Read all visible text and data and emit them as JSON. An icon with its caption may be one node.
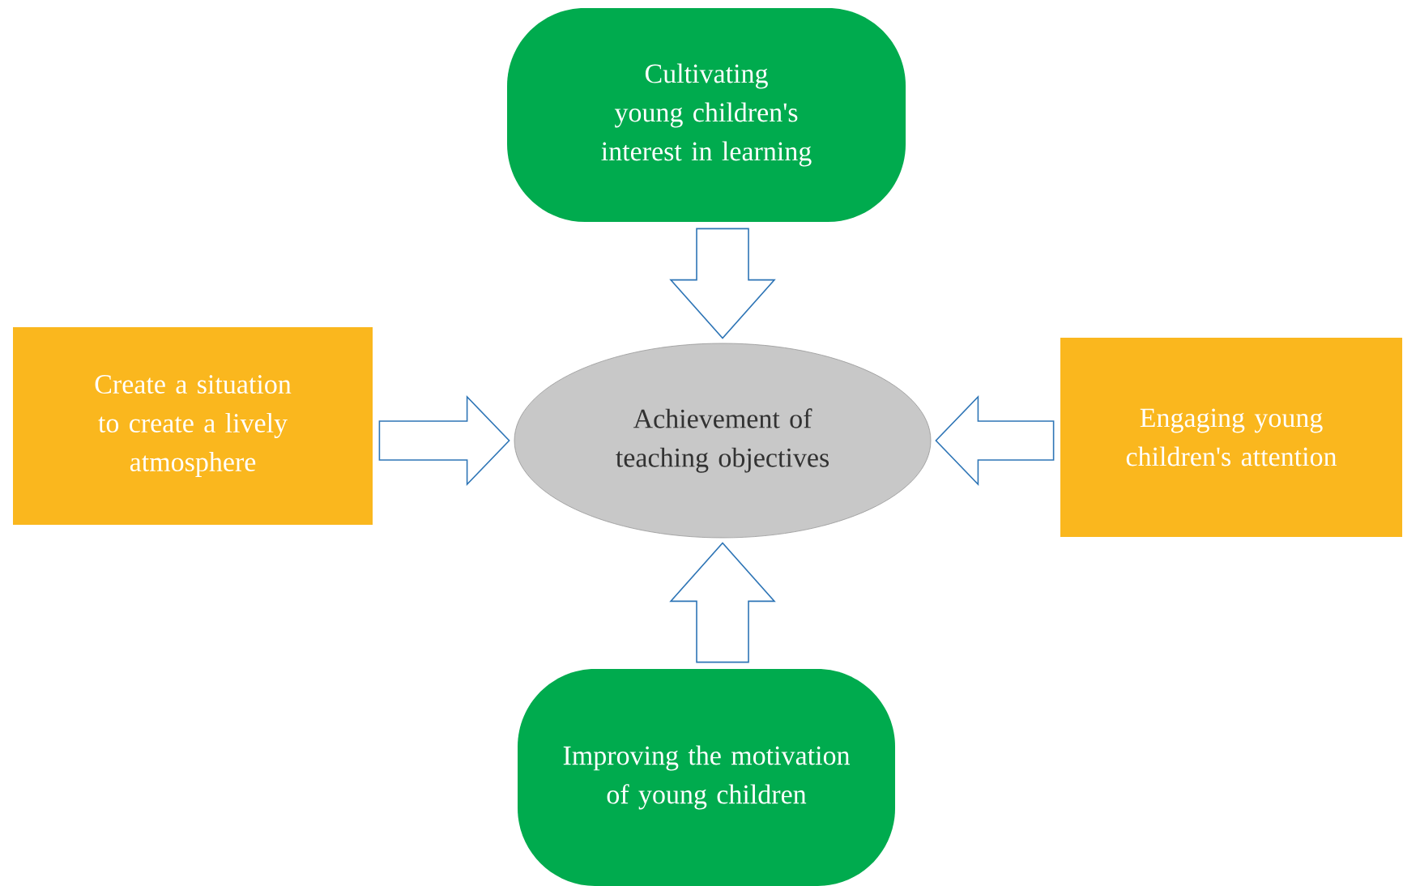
{
  "diagram": {
    "nodes": [
      {
        "text": [
          "Cultivating young children's interest in learning"
        ]
      },
      {
        "text": [
          "Create a situation to create a lively atmosphere"
        ]
      },
      {
        "text": [
          "Achievement of teaching objectives"
        ]
      },
      {
        "text": [
          "Engaging young children's attention"
        ]
      },
      {
        "text": [
          "Improving the motivation of young children"
        ]
      }
    ],
    "edges": [
      {
        "from": 0,
        "to": 2,
        "arrow": "to"
      },
      {
        "from": 1,
        "to": 2,
        "arrow": "to"
      },
      {
        "from": 3,
        "to": 2,
        "arrow": "to"
      },
      {
        "from": 4,
        "to": 2,
        "arrow": "to"
      }
    ]
  }
}
